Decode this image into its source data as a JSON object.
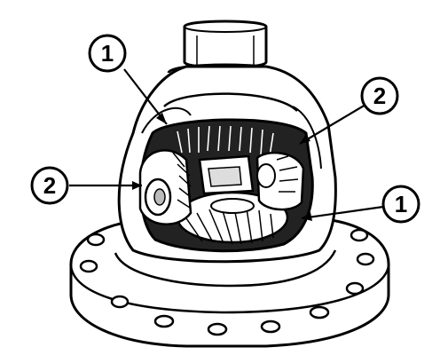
{
  "callouts": [
    {
      "label": "1"
    },
    {
      "label": "2"
    },
    {
      "label": "2"
    },
    {
      "label": "1"
    }
  ],
  "colors": {
    "ink": "#000000",
    "paper": "#ffffff",
    "shade": "#d9d9d9"
  }
}
